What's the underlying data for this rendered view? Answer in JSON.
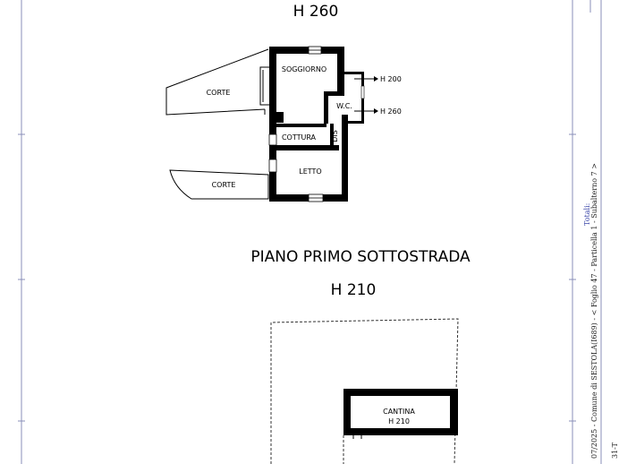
{
  "top_height_label": "H 260",
  "rooms": {
    "soggiorno": "SOGGIORNO",
    "wc": "W.C.",
    "cottura": "COTTURA",
    "dis": "DIS",
    "letto": "LETTO",
    "corte_upper": "CORTE",
    "corte_lower": "CORTE"
  },
  "wc_heights": {
    "upper": "H 200",
    "lower": "H 260"
  },
  "basement": {
    "title": "PIANO PRIMO SOTTOSTRADA",
    "height_label": "H 210",
    "room_name": "CANTINA",
    "room_height": "H 210"
  },
  "side_text": {
    "main": "07/2025 - Comune di SESTOLA(I689) - < Foglio 47 - Particella 1 - Subalterno 7 >",
    "blue": "Totali:",
    "footer": "31-T"
  }
}
